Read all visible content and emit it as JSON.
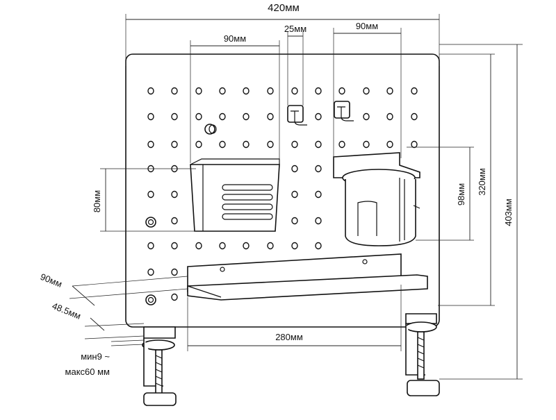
{
  "labels": {
    "total_width": "420мм",
    "basket_width": "90мм",
    "hook_width": "25мм",
    "holder_width": "90мм",
    "basket_height": "80мм",
    "holder_height": "98мм",
    "board_height": "320мм",
    "total_height": "403мм",
    "shelf_depth": "90мм",
    "clamp_depth": "48.5мм",
    "clamp_range_min": "мин9 ~",
    "clamp_range_max": "макс60 мм",
    "clamp_span": "280мм"
  },
  "icons": {
    "pegboard": "pegboard-icon",
    "basket": "basket-icon",
    "hook": "hook-icon",
    "cup_holder": "cup-holder-icon",
    "shelf": "shelf-icon",
    "clamp": "clamp-icon"
  },
  "colors": {
    "line": "#111111",
    "background": "#ffffff"
  }
}
